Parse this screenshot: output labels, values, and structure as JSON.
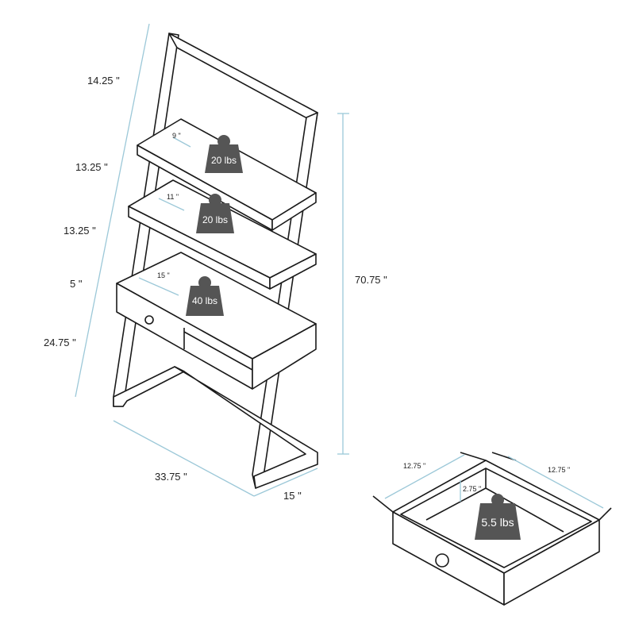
{
  "colors": {
    "line": "#1a1a1a",
    "dimension": "#9cc8d8",
    "weight": "#555555"
  },
  "dimensions": {
    "top_section": "14.25 \"",
    "upper_shelf_gap": "13.25 \"",
    "lower_shelf_gap": "13.25 \"",
    "desk_drawer": "5 \"",
    "desk_height": "24.75 \"",
    "total_height": "70.75 \"",
    "total_depth": "33.75 \"",
    "width": "15 \"",
    "shelf1_depth": "9 \"",
    "shelf2_depth": "11 \"",
    "desk_depth": "15 \""
  },
  "weights": {
    "shelf1": "20 lbs",
    "shelf2": "20 lbs",
    "desk": "40 lbs",
    "drawer": "5.5 lbs"
  },
  "drawer": {
    "width": "12.75 \"",
    "depth": "12.75 \"",
    "height": "2.75 \""
  }
}
